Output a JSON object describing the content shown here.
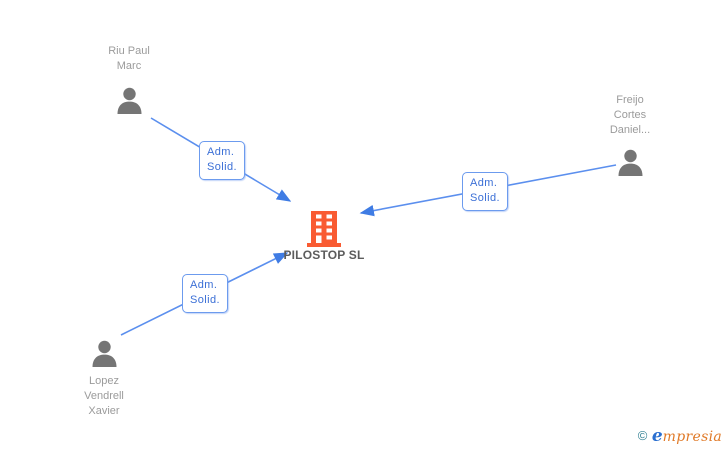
{
  "colors": {
    "background": "#ffffff",
    "edge": "#5b8fee",
    "arrowhead": "#3f7ce4",
    "edge-label-text": "#3b6fd6",
    "edge-label-border": "#6c9bee",
    "edge-label-bg": "#ffffff",
    "person-icon": "#757575",
    "person-label": "#9b9b9b",
    "company-label": "#5c5c5c",
    "company-icon": "#f95b32",
    "window": "#ffffff",
    "wm-copyright": "#2f7f92",
    "wm-initial": "#2a6fd0",
    "wm-rest": "#e07a28"
  },
  "diagram": {
    "company": {
      "name": "PILOSTOP SL",
      "icon": "building-icon"
    },
    "persons": [
      {
        "id": "riu-paul-marc",
        "icon": "person-icon",
        "lines": [
          "Riu Paul",
          "Marc"
        ]
      },
      {
        "id": "freijo-cortes-daniel",
        "icon": "person-icon",
        "lines": [
          "Freijo",
          "Cortes",
          "Daniel..."
        ]
      },
      {
        "id": "lopez-vendrell-xavier",
        "icon": "person-icon",
        "lines": [
          "Lopez",
          "Vendrell",
          "Xavier"
        ]
      }
    ],
    "edges": [
      {
        "from": "riu-paul-marc",
        "to": "PILOSTOP SL",
        "label": [
          "Adm.",
          "Solid."
        ]
      },
      {
        "from": "freijo-cortes-daniel",
        "to": "PILOSTOP SL",
        "label": [
          "Adm.",
          "Solid."
        ]
      },
      {
        "from": "lopez-vendrell-xavier",
        "to": "PILOSTOP SL",
        "label": [
          "Adm.",
          "Solid."
        ]
      }
    ]
  },
  "watermark": {
    "copyright": "©",
    "brand_initial": "e",
    "brand_rest": "mpresia"
  }
}
